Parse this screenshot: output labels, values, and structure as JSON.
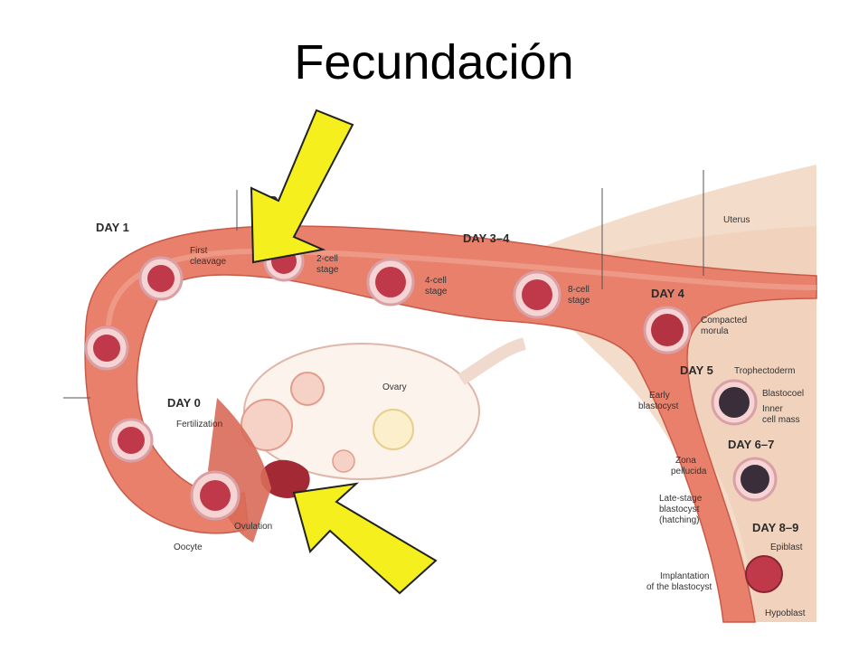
{
  "title": "Fecundación",
  "labels": {
    "day1": "DAY 1",
    "day2_partial": "D",
    "day34": "DAY 3–4",
    "day4": "DAY 4",
    "day5": "DAY 5",
    "day67": "DAY 6–7",
    "day89": "DAY 8–9",
    "day0": "DAY 0",
    "uterus": "Uterus",
    "ovary": "Ovary",
    "first_cleavage_1": "First",
    "first_cleavage_2": "cleavage",
    "two_cell_1": "2-cell",
    "two_cell_2": "stage",
    "four_cell_1": "4-cell",
    "four_cell_2": "stage",
    "eight_cell_1": "8-cell",
    "eight_cell_2": "stage",
    "morula_1": "Compacted",
    "morula_2": "morula",
    "trophectoderm": "Trophectoderm",
    "blastocoel": "Blastocoel",
    "inner_1": "Inner",
    "inner_2": "cell mass",
    "early_1": "Early",
    "early_2": "blastocyst",
    "zona_1": "Zona",
    "zona_2": "pellucida",
    "late_1": "Late-stage",
    "late_2": "blastocyst",
    "late_3": "(hatching)",
    "fertilization": "Fertilization",
    "ovulation": "Ovulation",
    "oocyte": "Oocyte",
    "implant_1": "Implantation",
    "implant_2": "of the blastocyst",
    "epiblast": "Epiblast",
    "hypoblast": "Hypoblast"
  },
  "colors": {
    "tube": "#e8806c",
    "tube_dark": "#c95a48",
    "uterus": "#f4dccb",
    "cell": "#c0394a",
    "arrow": "#f5ef1e"
  }
}
